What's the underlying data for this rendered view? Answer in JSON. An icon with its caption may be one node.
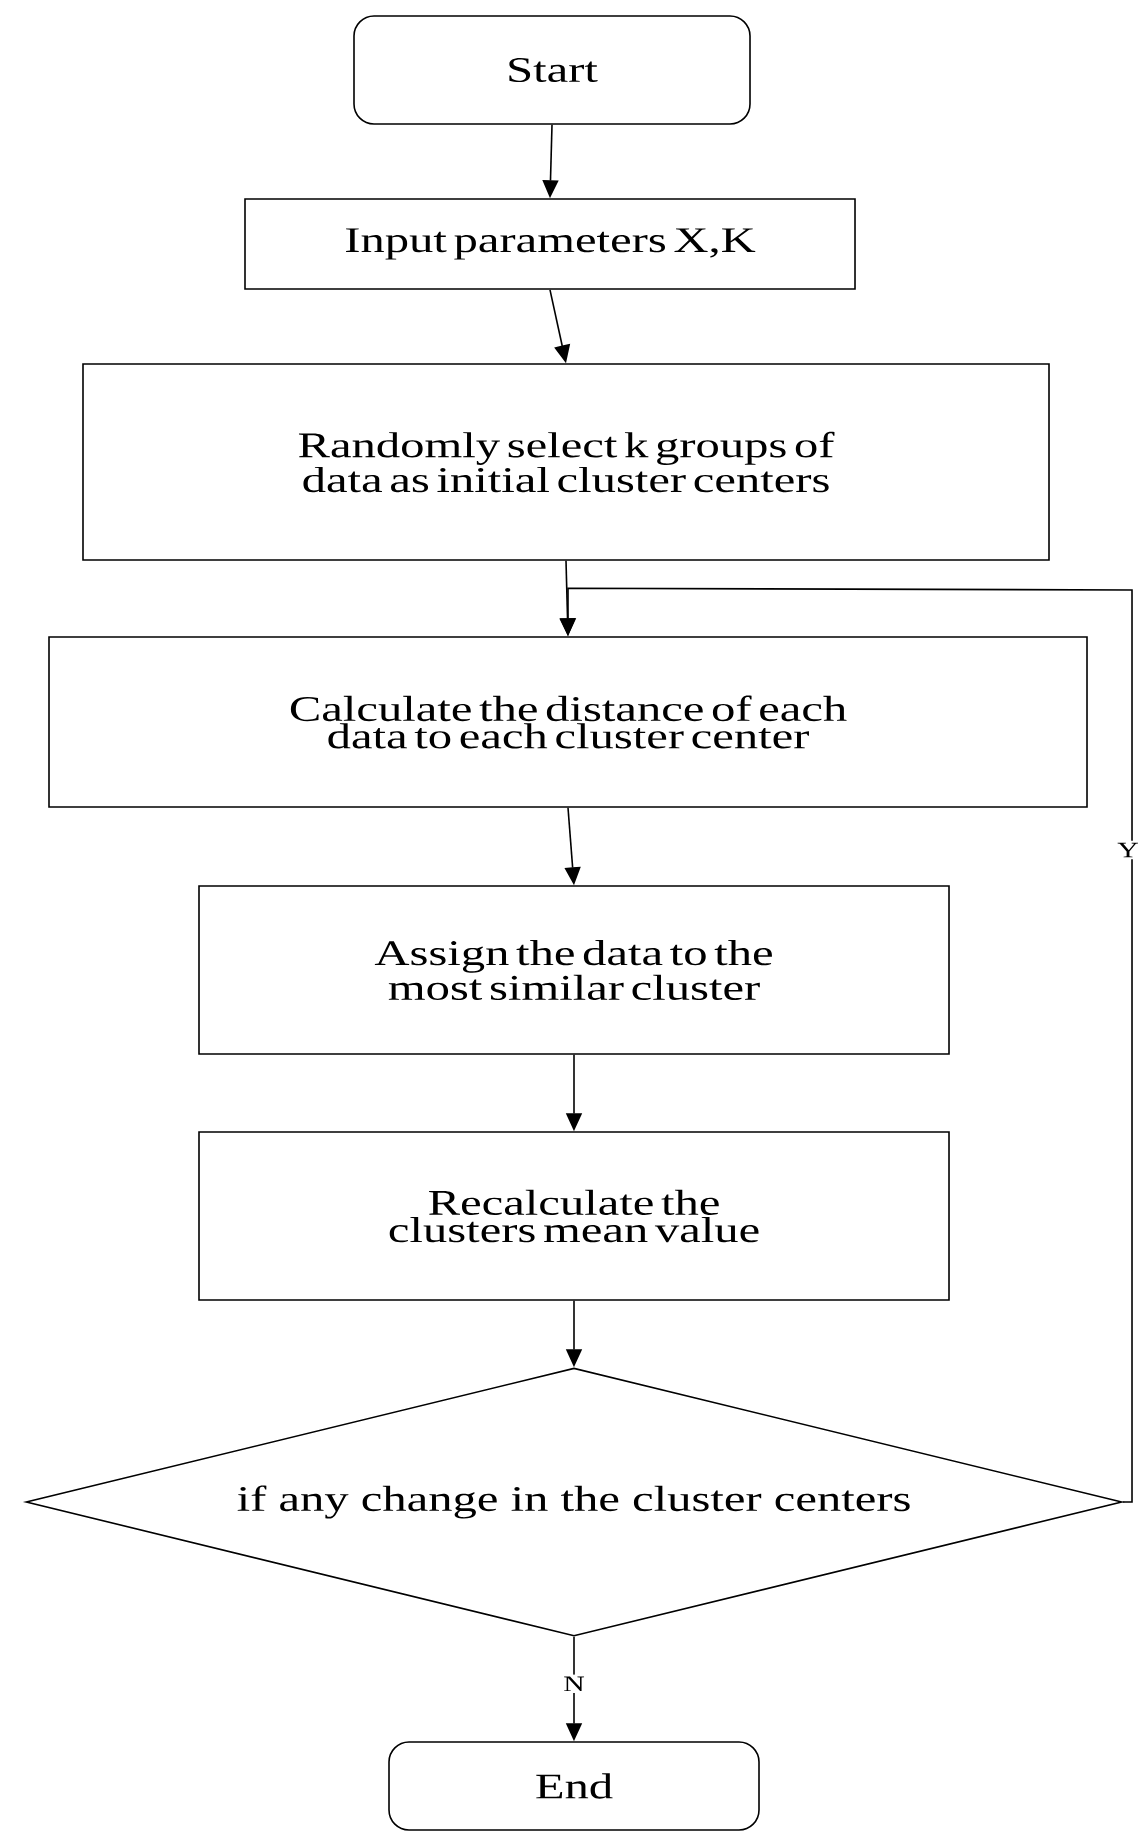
{
  "diagram": {
    "nodes": [
      {
        "text": [
          "Start"
        ]
      },
      {
        "text": [
          "Input parameters X,K"
        ]
      },
      {
        "text": [
          "Randomly select k groups of data as initial cluster centers"
        ]
      },
      {
        "text": [
          "Calculate the distance of each data to each cluster center"
        ]
      },
      {
        "text": [
          "Assign the data to the most similar cluster"
        ]
      },
      {
        "text": [
          "Recalculate the clusters mean value"
        ]
      },
      {
        "text": [
          "if any change in the cluster centers"
        ]
      },
      {
        "text": [
          "End"
        ]
      }
    ],
    "edges": [
      {
        "from": 0,
        "to": 1,
        "arrow": "to"
      },
      {
        "from": 1,
        "to": 2,
        "arrow": "to"
      },
      {
        "from": 2,
        "to": 3,
        "arrow": "to"
      },
      {
        "from": 3,
        "to": 4,
        "arrow": "to"
      },
      {
        "from": 4,
        "to": 5,
        "arrow": "to"
      },
      {
        "from": 5,
        "to": 6,
        "arrow": "to"
      },
      {
        "from": 6,
        "to": 3,
        "arrow": "to",
        "label": "Y"
      },
      {
        "from": 6,
        "to": 7,
        "arrow": "to",
        "label": "N"
      }
    ]
  }
}
